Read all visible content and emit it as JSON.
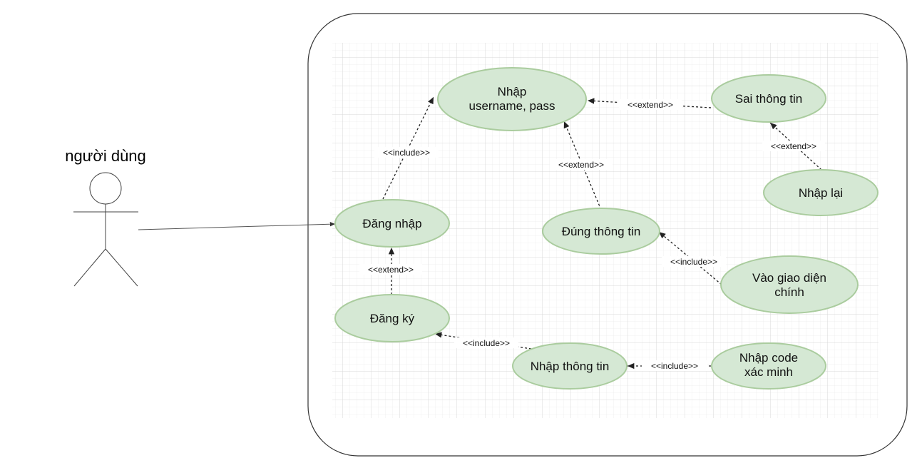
{
  "actor": {
    "label": "người dùng"
  },
  "use_cases": {
    "nhap_user_pass": {
      "line1": "Nhập",
      "line2": "username, pass"
    },
    "sai_thong_tin": {
      "line1": "Sai thông tin"
    },
    "nhap_lai": {
      "line1": "Nhập lại"
    },
    "dang_nhap": {
      "line1": "Đăng nhập"
    },
    "dung_thong_tin": {
      "line1": "Đúng thông tin"
    },
    "vao_giao_dien": {
      "line1": "Vào giao diện",
      "line2": "chính"
    },
    "dang_ky": {
      "line1": "Đăng ký"
    },
    "nhap_thong_tin": {
      "line1": "Nhập thông tin"
    },
    "nhap_code": {
      "line1": "Nhập code",
      "line2": "xác minh"
    }
  },
  "relations": {
    "sai_to_nhap": "<<extend>>",
    "nhaplai_to_sai": "<<extend>>",
    "dangnhap_to_nhap": "<<include>>",
    "dung_to_nhap": "<<extend>>",
    "vao_to_dung": "<<include>>",
    "dangky_to_dangnhap": "<<extend>>",
    "nhaptt_to_dangky": "<<include>>",
    "code_to_nhaptt": "<<include>>"
  },
  "colors": {
    "usecase_fill": "#d5e8d4",
    "usecase_stroke": "#aacc9e",
    "grid": "#e6e6e6",
    "frame": "#333333"
  }
}
